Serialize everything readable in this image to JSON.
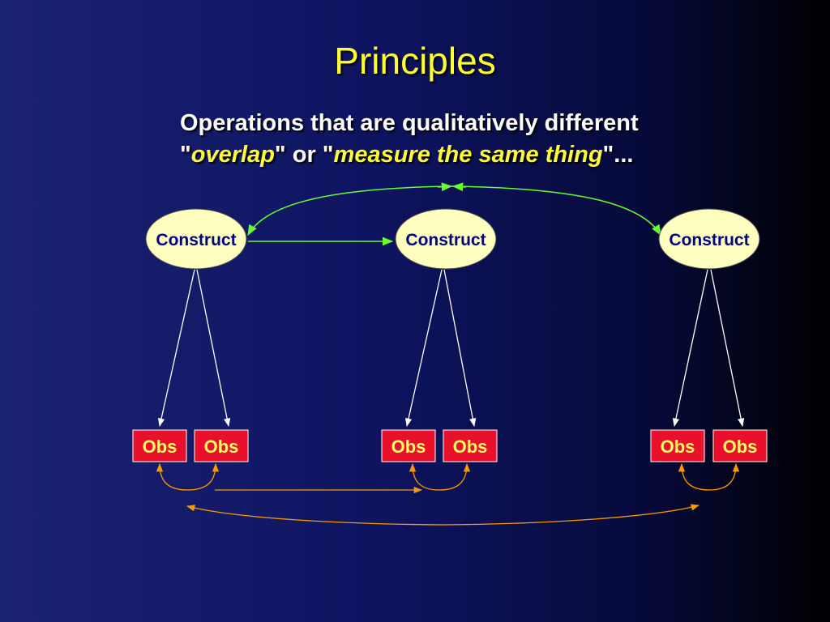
{
  "slide": {
    "title": "Principles",
    "subtitle": {
      "line1": "Operations that are qualitatively different",
      "q1": "\"",
      "emph1": "overlap",
      "mid": "\" or \"",
      "emph2": "measure the same thing",
      "end": "\"..."
    }
  },
  "diagram": {
    "constructs": [
      {
        "label": "Construct"
      },
      {
        "label": "Construct"
      },
      {
        "label": "Construct"
      }
    ],
    "observations": [
      {
        "label": "Obs"
      },
      {
        "label": "Obs"
      },
      {
        "label": "Obs"
      },
      {
        "label": "Obs"
      },
      {
        "label": "Obs"
      },
      {
        "label": "Obs"
      }
    ],
    "colors": {
      "construct_fill": "#ffffc0",
      "construct_text": "#000080",
      "obs_fill": "#e8102a",
      "obs_text": "#ffff66",
      "construct_arrows": "#66ff33",
      "obs_arrows": "#ff9900",
      "measure_arrows": "#ffffff"
    }
  }
}
